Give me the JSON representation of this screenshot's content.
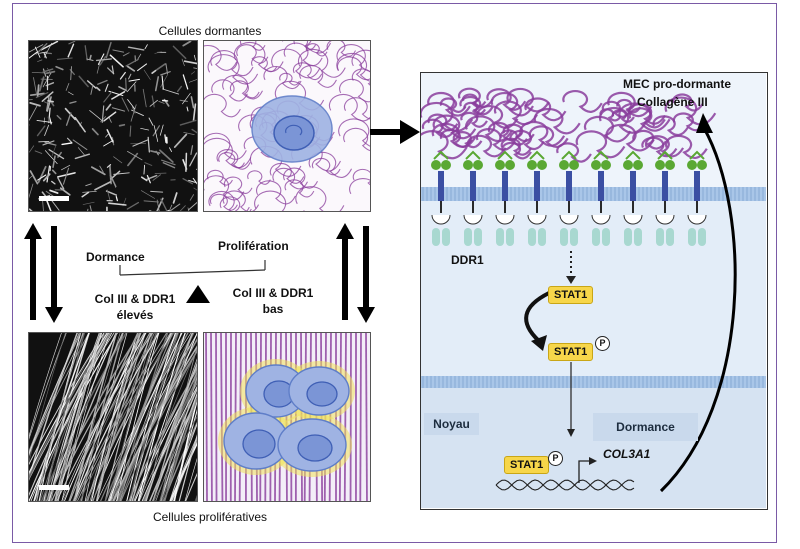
{
  "top_title": "Cellules dormantes",
  "bottom_title": "Cellules prolifératives",
  "balance": {
    "left_label": "Dormance",
    "right_label": "Prolifération",
    "left_bottom_line1": "Col III & DDR1",
    "left_bottom_line2": "élevés",
    "right_bottom_line1": "Col III & DDR1",
    "right_bottom_line2": "bas"
  },
  "pathway": {
    "mec_line1": "MEC pro-dormante",
    "mec_line2": "Collagène III",
    "receptor": "DDR1",
    "stat1_a": "STAT1",
    "stat1_b": "STAT1",
    "stat1_c": "STAT1",
    "phospho": "P",
    "nucleus": "Noyau",
    "dormance_box": "Dormance",
    "gene": "COL3A1"
  },
  "colors": {
    "collagen": "#8a3d9c",
    "receptor_green": "#5aa833",
    "receptor_blue": "#3b4fa3",
    "membrane": "#a9c6e8",
    "ddr1_teal": "#a8d8d0",
    "stat_yellow": "#f7d64a",
    "cell_blue": "#6a8ad0",
    "halo_yellow": "#f0e35a"
  }
}
